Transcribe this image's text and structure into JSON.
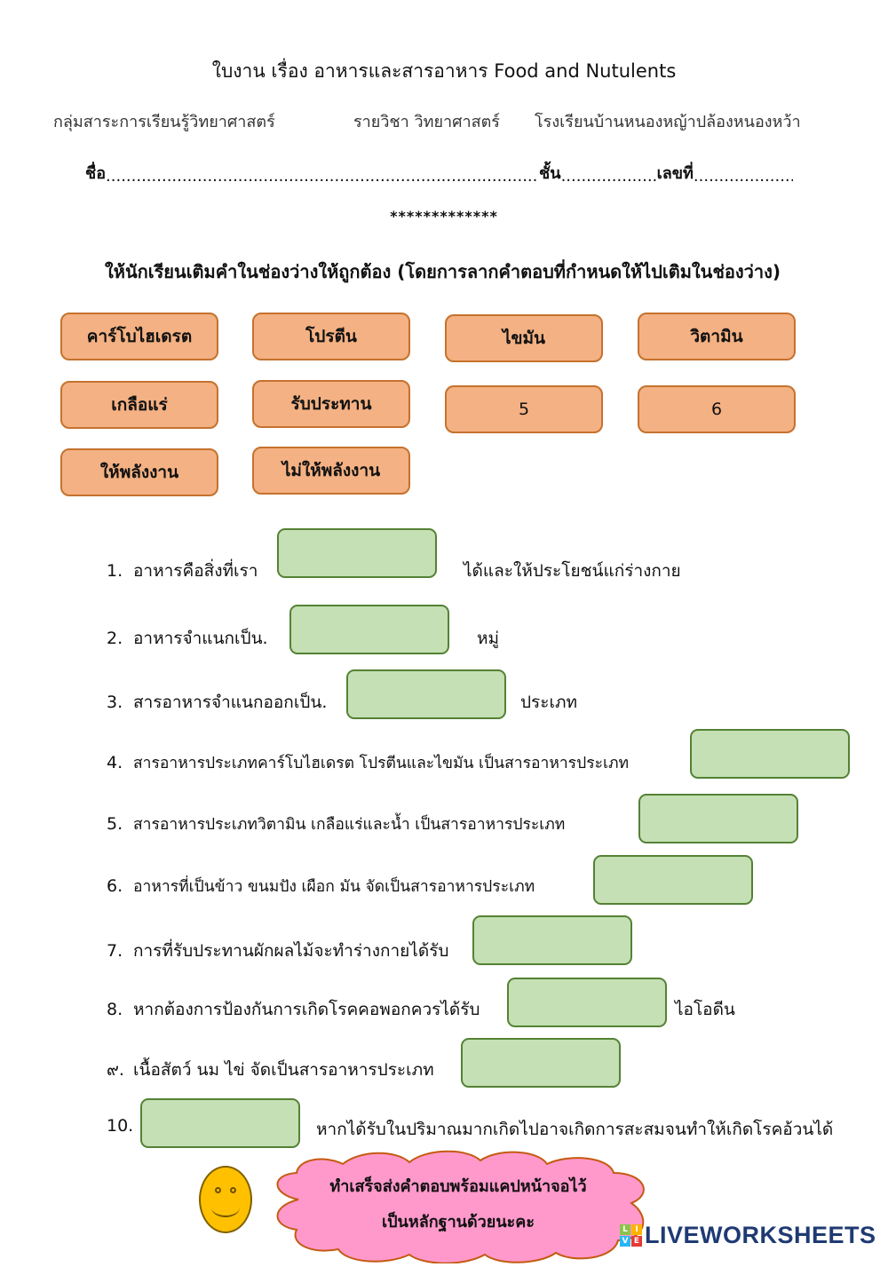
{
  "header": {
    "title": "ใบงาน เรื่อง อาหารและสารอาหาร Food and Nutulents",
    "subject_group": "กลุ่มสาระการเรียนรู้วิทยาศาสตร์",
    "course": "รายวิชา วิทยาศาสตร์",
    "school": "โรงเรียนบ้านหนองหญ้าปล้องหนองหว้า",
    "name_label": "ชื่อ",
    "name_dots": "..................................................................................................................",
    "class_label": "ชั้น",
    "class_dots": ".......................",
    "number_label": "เลขที่",
    "number_dots": ".........................",
    "separator": "*************"
  },
  "instruction": "ให้นักเรียนเติมคำในช่องว่างให้ถูกต้อง (โดยการลากคำตอบที่กำหนดให้ไปเติมในช่องว่าง)",
  "word_bank": [
    {
      "label": "คาร์โบไฮเดรต"
    },
    {
      "label": "โปรตีน"
    },
    {
      "label": "ไขมัน"
    },
    {
      "label": "วิตามิน"
    },
    {
      "label": "เกลือแร่"
    },
    {
      "label": "รับประทาน"
    },
    {
      "label": "5"
    },
    {
      "label": "6"
    },
    {
      "label": "ให้พลังงาน"
    },
    {
      "label": "ไม่ให้พลังงาน"
    }
  ],
  "questions": [
    {
      "num": "1.",
      "before": "อาหารคือสิ่งที่เรา",
      "after": "ได้และให้ประโยชน์แก่ร่างกาย"
    },
    {
      "num": "2.",
      "before": "อาหารจำแนกเป็น.",
      "after": "หมู่"
    },
    {
      "num": "3.",
      "before": "สารอาหารจำแนกออกเป็น.",
      "after": "ประเภท"
    },
    {
      "num": "4.",
      "before": "สารอาหารประเภทคาร์โบไฮเดรต โปรตีนและไขมัน เป็นสารอาหารประเภท",
      "after": ""
    },
    {
      "num": "5.",
      "before": "สารอาหารประเภทวิตามิน เกลือแร่และน้ำ เป็นสารอาหารประเภท",
      "after": ""
    },
    {
      "num": "6.",
      "before": "อาหารที่เป็นข้าว ขนมปัง เผือก มัน จัดเป็นสารอาหารประเภท",
      "after": ""
    },
    {
      "num": "7.",
      "before": "การที่รับประทานผักผลไม้จะทำร่างกายได้รับ",
      "after": ""
    },
    {
      "num": "8.",
      "before": "หากต้องการป้องกันการเกิดโรคคอพอกควรได้รับ",
      "after": "ไอโอดีน"
    },
    {
      "num": "๙.",
      "before": "เนื้อสัตว์ นม ไข่ จัดเป็นสารอาหารประเภท",
      "after": ""
    },
    {
      "num": "10.",
      "before": "",
      "after": "หากได้รับในปริมาณมากเกิดไปอาจเกิดการสะสมจนทำให้เกิดโรคอ้วนได้"
    }
  ],
  "footer": {
    "cloud_line1": "ทำเสร็จส่งคำตอบพร้อมแคปหน้าจอไว้",
    "cloud_line2": "เป็นหลักฐานด้วยนะคะ",
    "logo_text": "LIVEWORKSHEETS",
    "logo_letters": [
      "L",
      "I",
      "V",
      "E"
    ]
  },
  "colors": {
    "chip_fill": "#f4b183",
    "chip_border": "#c5722e",
    "drop_fill": "#c5e0b4",
    "drop_border": "#548235",
    "cloud_fill": "#ff99cc",
    "cloud_border": "#c55a11",
    "smiley_fill": "#ffc000",
    "logo_text": "#1f3a73"
  }
}
